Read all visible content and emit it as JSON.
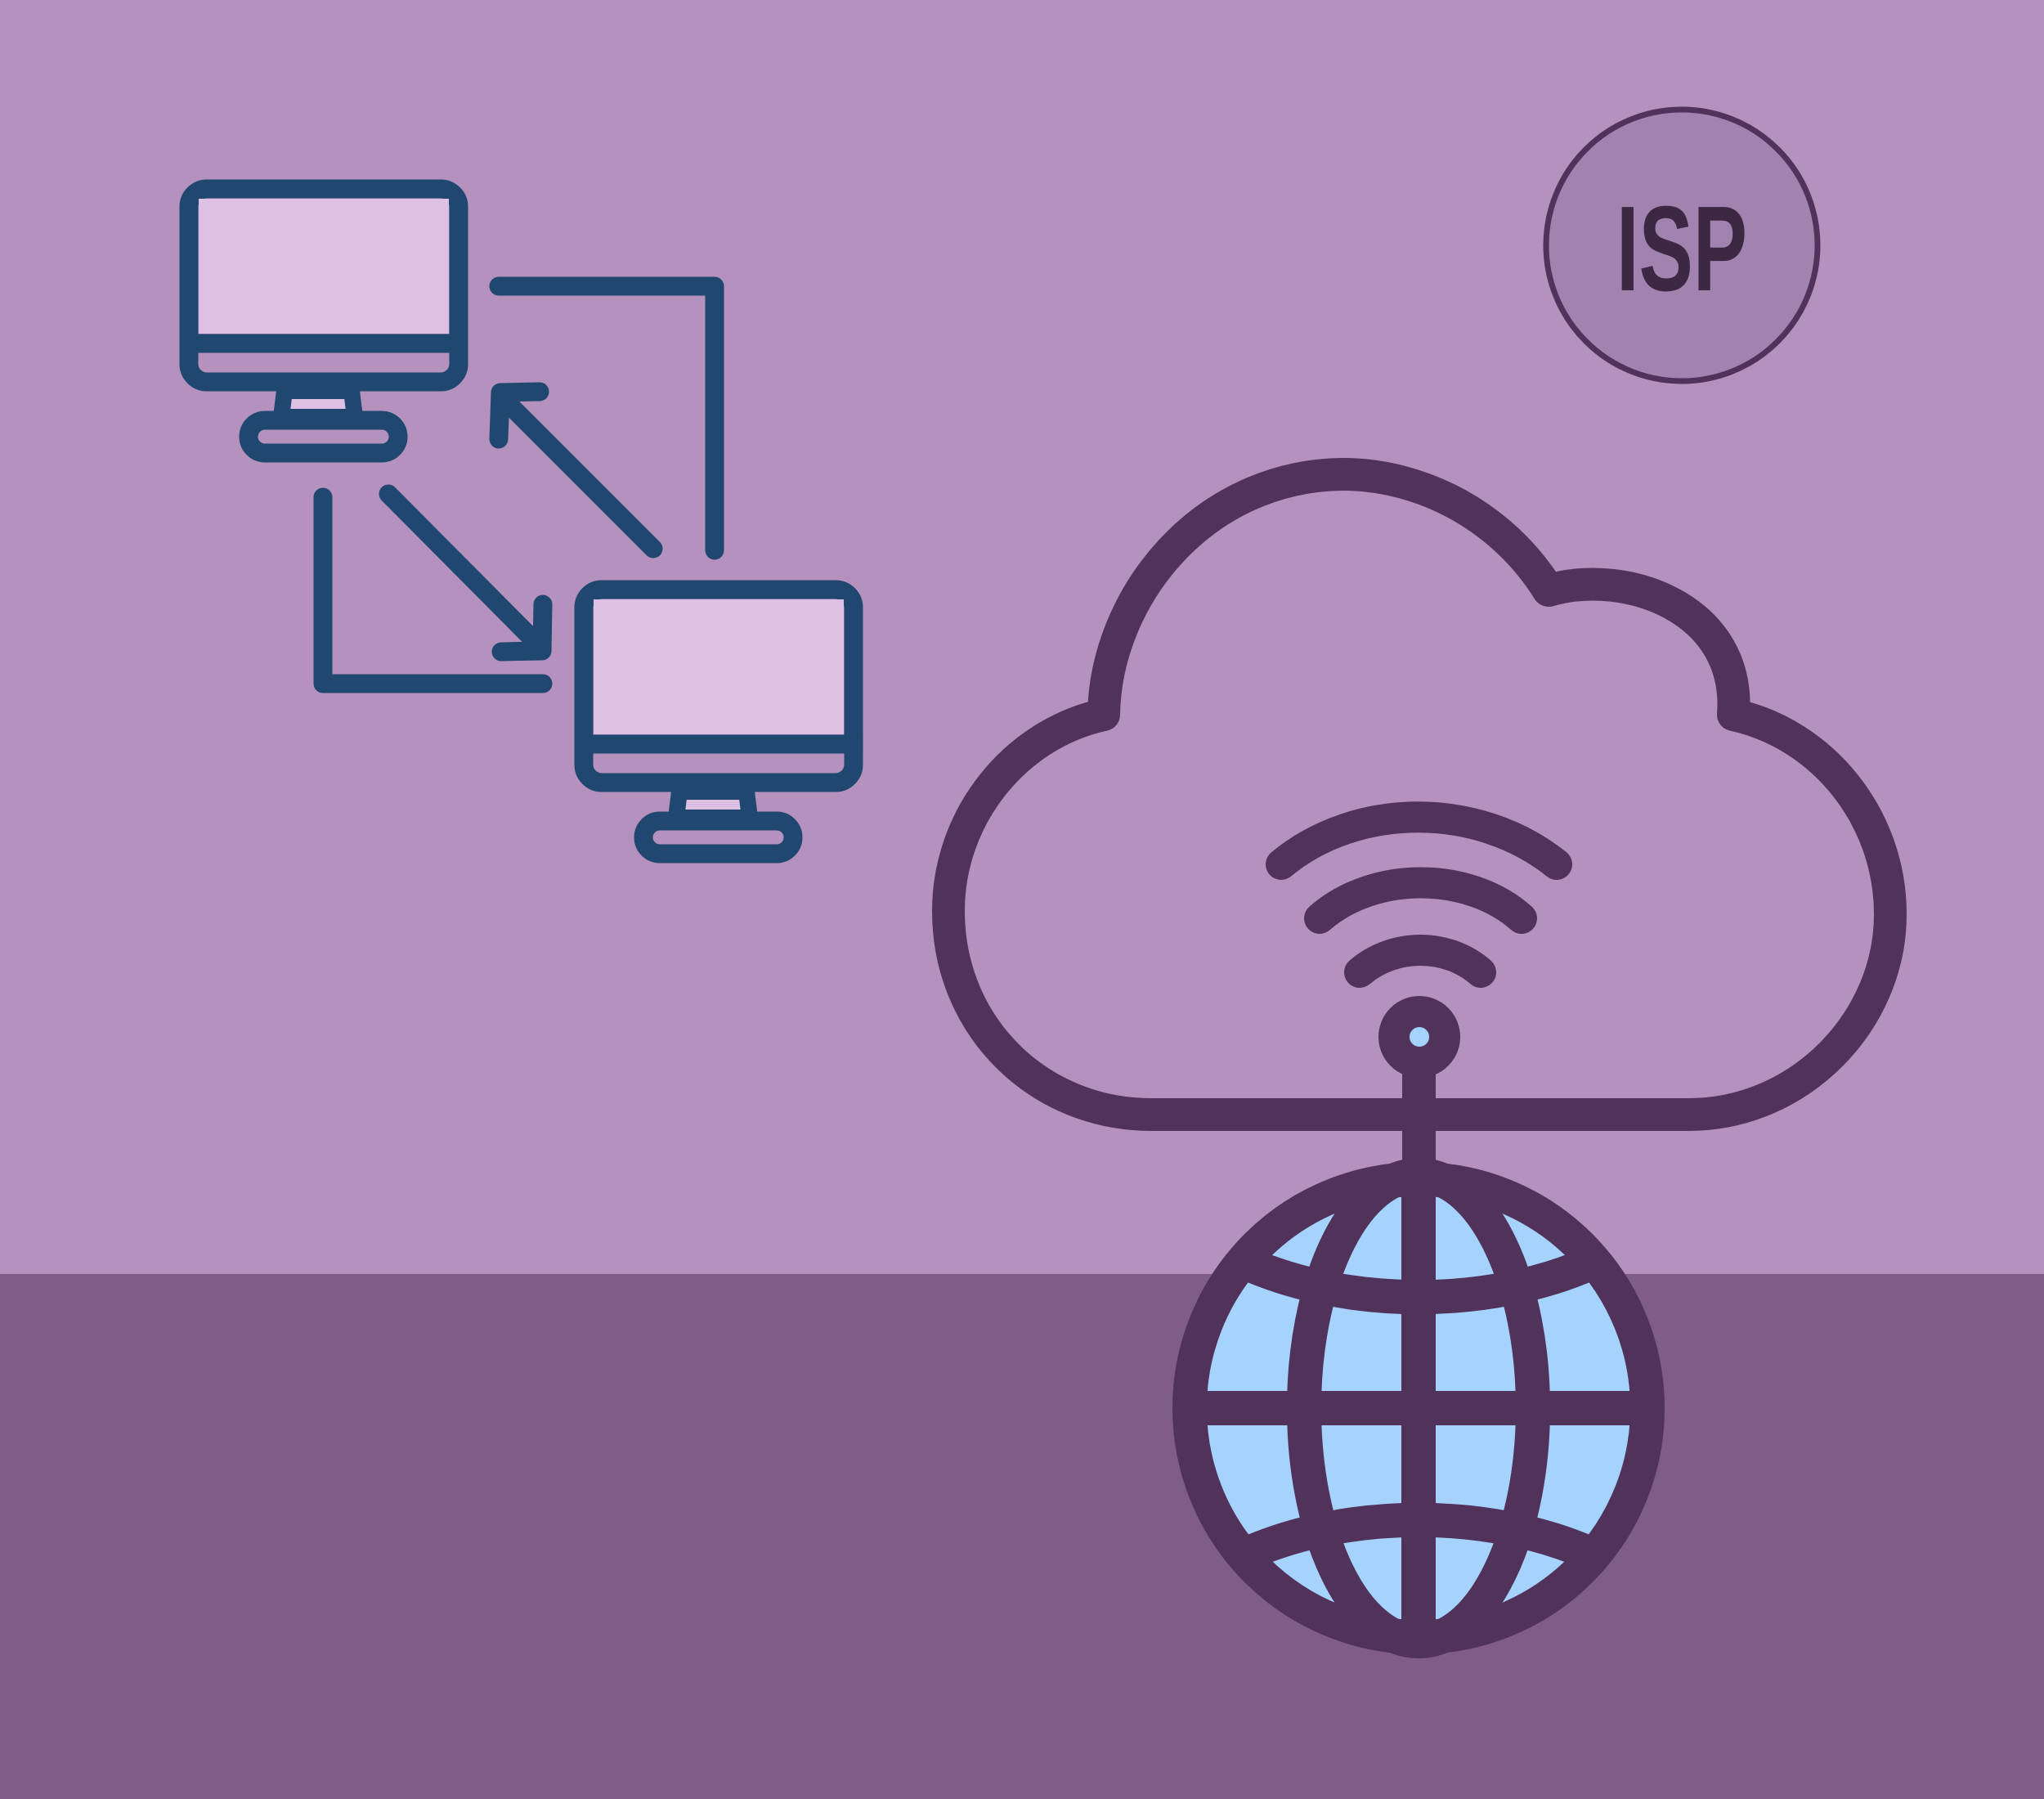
{
  "scene": {
    "title": "ISP network illustration",
    "colors": {
      "background_top": "#b492bd",
      "background_floor": "#7f5d86",
      "monitor_stroke": "#20476f",
      "monitor_screen": "#ddc0e4",
      "cloud_stroke": "#50325a",
      "globe_fill": "#a5d3fd",
      "isp_badge_fill": "#a283b0",
      "isp_badge_stroke": "#50325a",
      "isp_text": "#3c2843"
    }
  },
  "isp_badge": {
    "label": "ISP",
    "icon": "isp-badge-icon"
  },
  "computers": [
    {
      "name": "computer-1",
      "icon": "monitor-icon"
    },
    {
      "name": "computer-2",
      "icon": "monitor-icon"
    }
  ],
  "connections": {
    "icon": "bidirectional-transfer-arrows-icon"
  },
  "cloud": {
    "icon": "cloud-icon",
    "signal_icon": "wifi-signal-icon"
  },
  "globe": {
    "icon": "globe-icon"
  }
}
